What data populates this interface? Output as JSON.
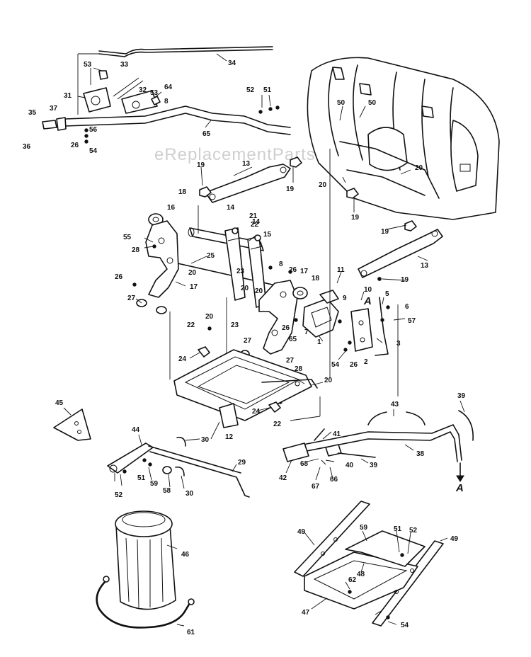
{
  "watermark": "eReplacementParts.com",
  "reference_letters": [
    "A",
    "A"
  ],
  "callouts": [
    "1",
    "2",
    "3",
    "5",
    "6",
    "7",
    "8",
    "8",
    "9",
    "10",
    "11",
    "12",
    "13",
    "13",
    "14",
    "14",
    "15",
    "16",
    "17",
    "17",
    "18",
    "18",
    "19",
    "19",
    "19",
    "19",
    "19",
    "20",
    "20",
    "20",
    "20",
    "20",
    "20",
    "20",
    "21",
    "22",
    "22",
    "22",
    "23",
    "23",
    "24",
    "24",
    "25",
    "26",
    "26",
    "26",
    "26",
    "26",
    "27",
    "27",
    "27",
    "28",
    "28",
    "29",
    "30",
    "30",
    "31",
    "32",
    "33",
    "34",
    "35",
    "36",
    "37",
    "38",
    "39",
    "39",
    "40",
    "41",
    "42",
    "43",
    "44",
    "45",
    "46",
    "47",
    "48",
    "49",
    "49",
    "50",
    "50",
    "51",
    "51",
    "51",
    "52",
    "52",
    "52",
    "53",
    "53",
    "54",
    "54",
    "54",
    "55",
    "56",
    "57",
    "58",
    "59",
    "59",
    "61",
    "62",
    "64",
    "65",
    "65",
    "66",
    "67",
    "68"
  ]
}
